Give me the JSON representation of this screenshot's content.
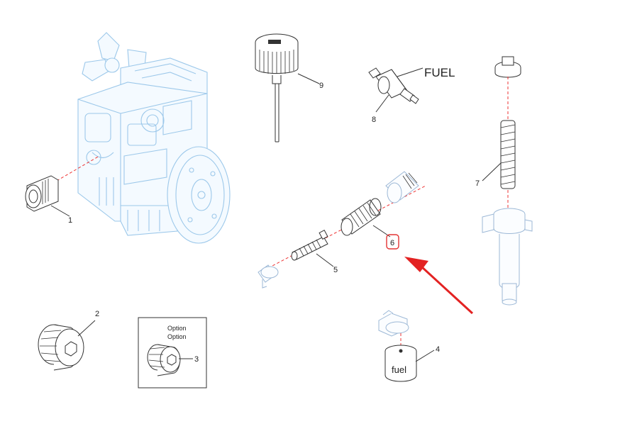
{
  "labels": {
    "part1": "1",
    "part2": "2",
    "part3": "3",
    "part4": "4",
    "part5": "5",
    "part6": "6",
    "part7": "7",
    "part8": "8",
    "part9": "9",
    "fuel_text": "FUEL",
    "fuel_can_text": "fuel",
    "option_line1": "Option",
    "option_line2": "Option"
  },
  "colors": {
    "engine_outline": "#9cc8ea",
    "leader_dash": "#e33333",
    "highlight_box": "#e33333",
    "arrow": "#e32222",
    "ink": "#333333"
  }
}
